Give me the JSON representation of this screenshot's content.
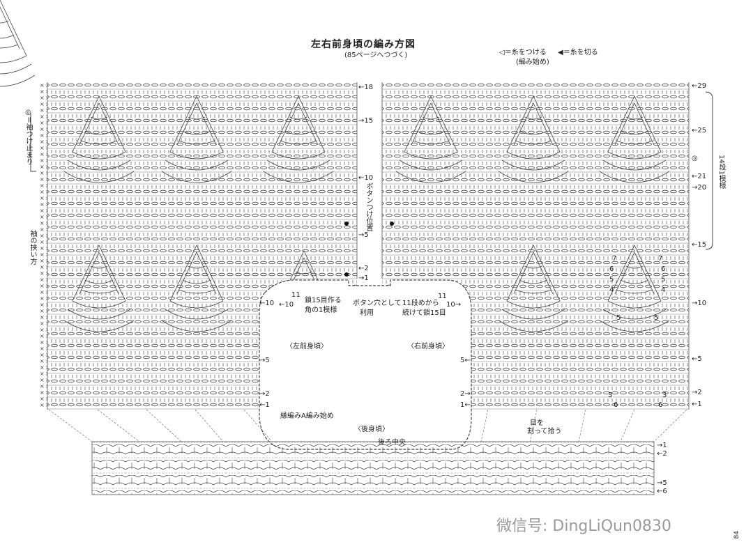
{
  "header": {
    "title": "左右前身頃の編み方図",
    "subtitle": "(85ページへつづく)",
    "legend_attach": "◁＝糸をつける",
    "legend_cut": "◀＝糸を切る",
    "legend_start": "(編み始め)"
  },
  "labels": {
    "sleeve_stop": "◎＝袖つけ止まり",
    "sleeve_attach": "袖の挟い方",
    "button_pos": "ボタンつけ位置",
    "repeat": "14段1模様",
    "chain15": "鎖15目作る",
    "corner": "角の1模様",
    "button_hole": "ボタン穴として",
    "use": "利用",
    "from11": "11段めから",
    "cont15": "続けて鎖15目",
    "left_front": "〈左前身頃〉",
    "right_front": "〈右前身頃〉",
    "back": "〈後身頃〉",
    "edge_start": "縁編みA編み始め",
    "center_back": "後ろ中央",
    "pick1": "目を",
    "pick2": "割って拾う",
    "sym": "◎"
  },
  "rows_left_inner": [
    "←18",
    "→15",
    "←10",
    "→5",
    "←2",
    "→1"
  ],
  "rows_right": [
    "←29",
    "←25",
    "←21",
    "→20",
    "←15",
    "→10",
    "←5",
    "→2",
    "←1"
  ],
  "rows_left_outer": [
    "←10",
    "→5",
    "→2",
    "←1"
  ],
  "rows_center_left": [
    "11",
    "←10"
  ],
  "rows_center_right": [
    "11",
    "10→",
    "5←",
    "2→",
    "1←"
  ],
  "rows_bottom": [
    "→1",
    "←2",
    "→5",
    "←6"
  ],
  "inner_numbers": [
    "7",
    "7",
    "6",
    "6",
    "5",
    "5",
    "4",
    "4",
    "5",
    "5",
    "3",
    "3",
    "6",
    "6"
  ],
  "watermark": "微信号: DingLiQun0830",
  "page_number": "84",
  "colors": {
    "ink": "#333333",
    "watermark": "#9a9a9a"
  }
}
